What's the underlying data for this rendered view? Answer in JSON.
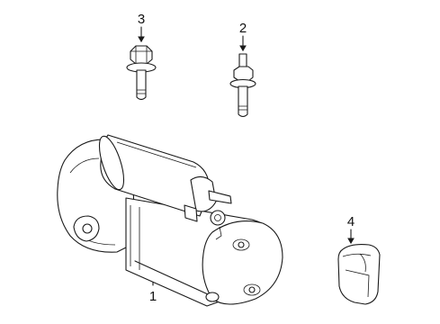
{
  "callouts": {
    "c1": "1",
    "c2": "2",
    "c3": "3",
    "c4": "4"
  },
  "parts": [
    {
      "callout": "1",
      "icon": "starter-motor-icon"
    },
    {
      "callout": "2",
      "icon": "stud-bolt-icon"
    },
    {
      "callout": "3",
      "icon": "flange-bolt-icon"
    },
    {
      "callout": "4",
      "icon": "terminal-cover-icon"
    }
  ]
}
